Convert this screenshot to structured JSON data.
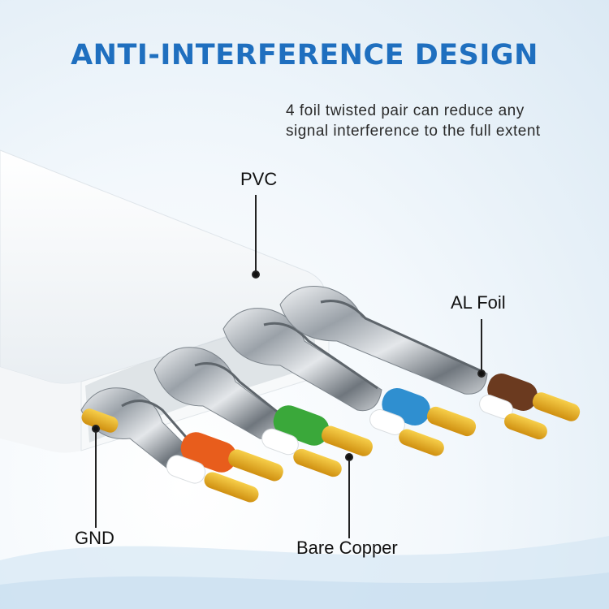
{
  "header": {
    "title": "ANTI-INTERFERENCE DESIGN",
    "subtitle_line1": "4 foil twisted pair can reduce any",
    "subtitle_line2": "signal interference to the full extent"
  },
  "labels": {
    "pvc": "PVC",
    "al_foil": "AL Foil",
    "gnd": "GND",
    "bare_copper": "Bare Copper"
  },
  "colors": {
    "title": "#1f6fbf",
    "pair1": "#e85d1c",
    "pair2": "#3aa83a",
    "pair3": "#2f8fd0",
    "pair4": "#6b3a1f",
    "copper": "#e6a818"
  }
}
